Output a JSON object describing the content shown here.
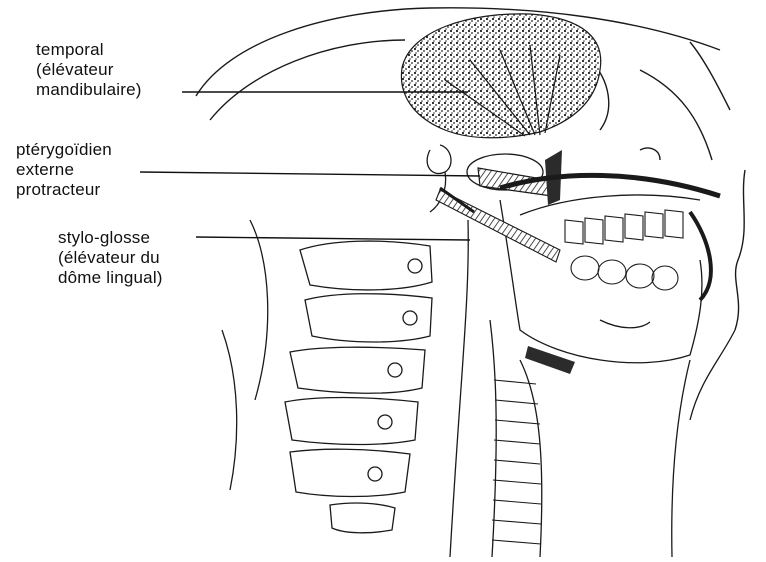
{
  "labels": {
    "temporal": {
      "lines": [
        "temporal",
        "(élévateur",
        "mandibulaire)"
      ]
    },
    "pterygoidien": {
      "lines": [
        "ptérygoïdien",
        "externe",
        "protracteur"
      ]
    },
    "stylo_glosse": {
      "lines": [
        "stylo-glosse",
        "(élévateur du",
        "dôme lingual)"
      ]
    }
  },
  "colors": {
    "ink": "#1a1a1a",
    "muscle_fill": "#2b2b2b",
    "paper": "#ffffff"
  }
}
